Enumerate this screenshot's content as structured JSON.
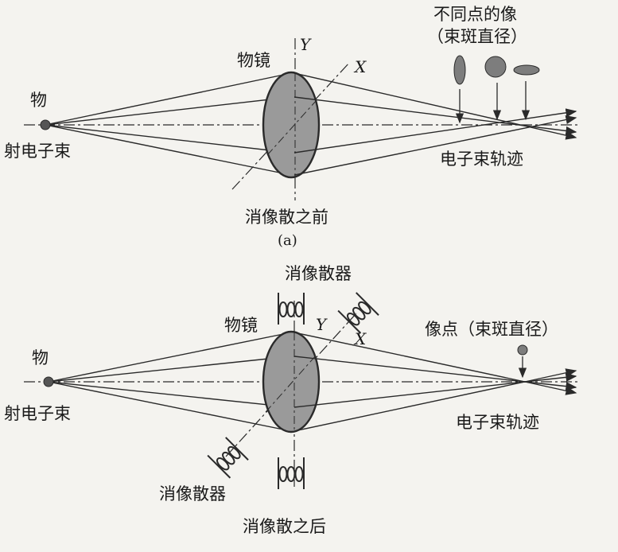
{
  "top": {
    "object_label": "物",
    "source_label": "射电子束",
    "lens_label": "物镜",
    "y_axis": "Y",
    "x_axis": "X",
    "image_title_line1": "不同点的像",
    "image_title_line2": "（束斑直径）",
    "trajectory_label": "电子束轨迹",
    "caption": "消像散之前",
    "subcaption": "(a)"
  },
  "bottom": {
    "object_label": "物",
    "source_label": "射电子束",
    "lens_label": "物镜",
    "y_axis": "Y",
    "x_axis": "X",
    "stigmator_top_label": "消像散器",
    "stigmator_left_label": "消像散器",
    "image_point_label": "像点（束斑直径）",
    "trajectory_label": "电子束轨迹",
    "caption": "消像散之后"
  },
  "colors": {
    "line": "#2a2a2a",
    "lens_fill": "#9a9a9a",
    "spot_fill": "#7d7d7d",
    "background": "#f4f3ef"
  },
  "icons": [
    "objective-lens",
    "stigmator-coil",
    "beam-spot",
    "arrow"
  ]
}
